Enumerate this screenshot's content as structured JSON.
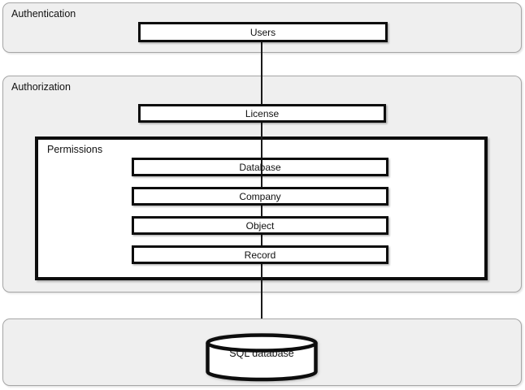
{
  "sections": {
    "authentication": {
      "label": "Authentication"
    },
    "authorization": {
      "label": "Authorization"
    }
  },
  "groups": {
    "permissions": {
      "label": "Permissions"
    }
  },
  "nodes": {
    "users": "Users",
    "license": "License",
    "database": "Database",
    "company": "Company",
    "object": "Object",
    "record": "Record",
    "sql_database": "SQL database"
  },
  "icons": {
    "sql_database_icon": "database-cylinder"
  },
  "colors": {
    "page_background": "#ffffff",
    "section_fill": "#efefef",
    "section_border": "#a6a6a6",
    "node_fill": "#ffffff",
    "node_border": "#0d0d0d",
    "connector": "#1a1a1a",
    "text": "#111111"
  }
}
